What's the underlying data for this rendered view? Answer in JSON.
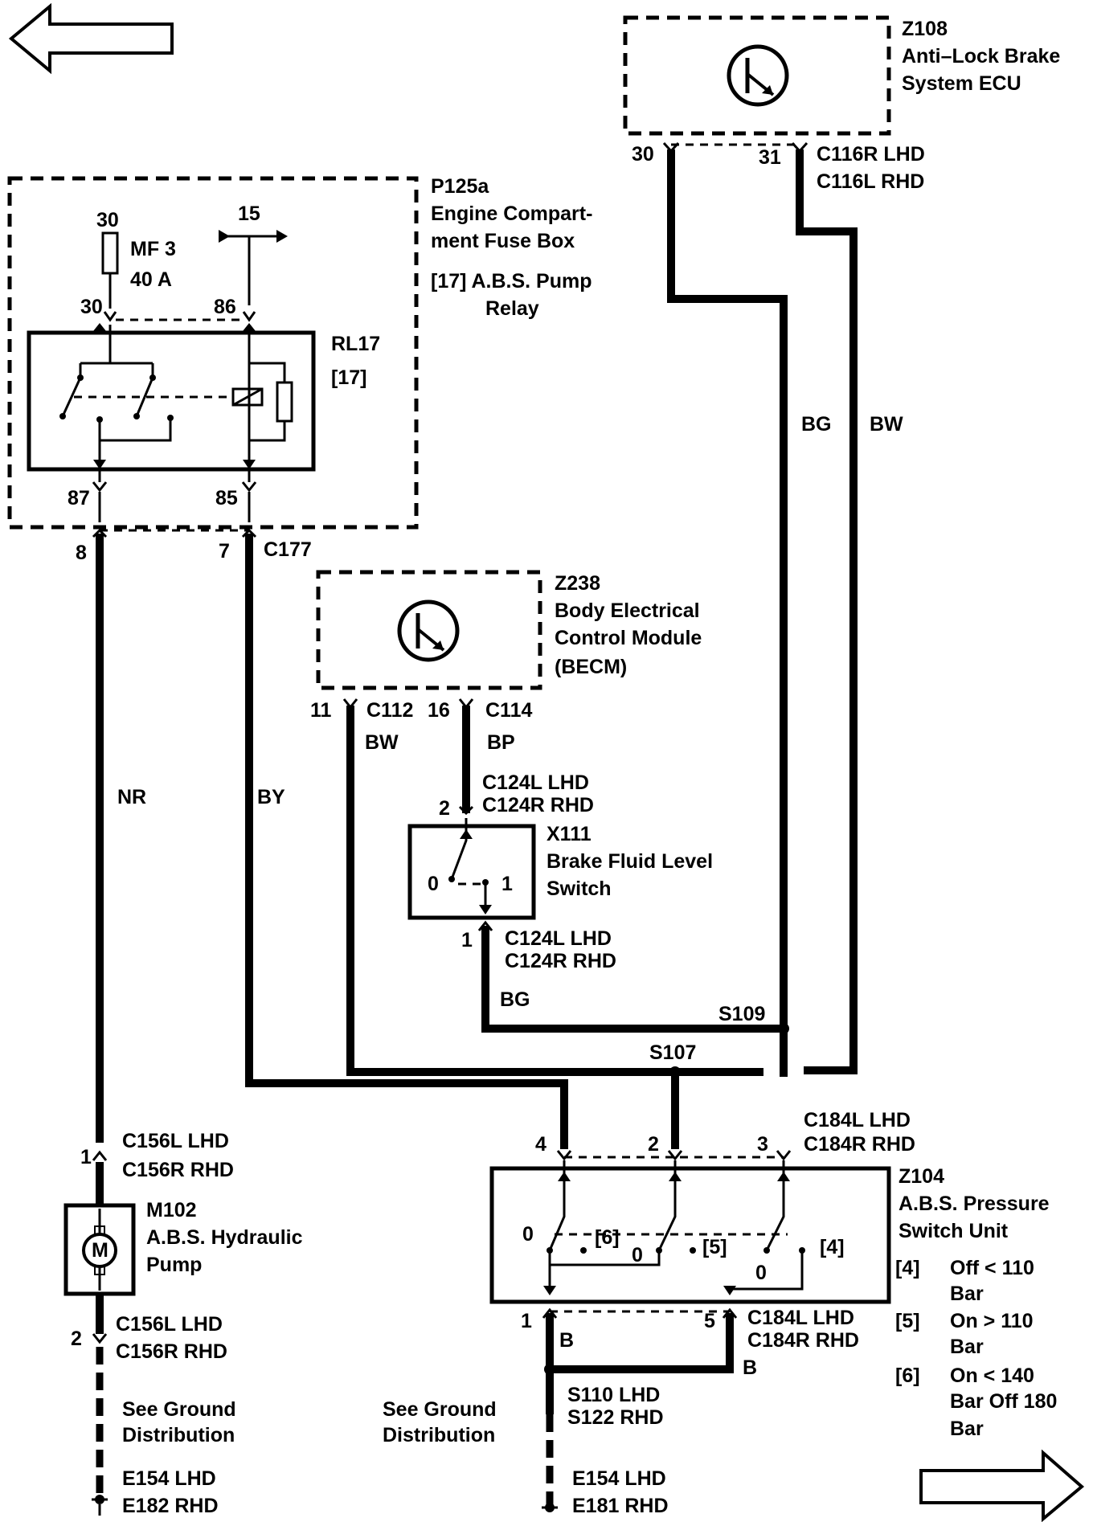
{
  "nav": {
    "prev_arrow": "arrow-left-icon",
    "next_arrow": "arrow-right-icon"
  },
  "ecu": {
    "id": "Z108",
    "name1": "Anti–Lock Brake",
    "name2": "System ECU",
    "pin30": "30",
    "pin31": "31",
    "conn1": "C116R  LHD",
    "conn2": "C116L  RHD"
  },
  "fusebox": {
    "id": "P125a",
    "name1": "Engine Compart-",
    "name2": "ment Fuse Box",
    "relay_ref": "[17]  A.B.S. Pump",
    "relay_ref2": "Relay",
    "fuse_in": "30",
    "fuse_label": "MF 3",
    "fuse_rating": "40 A",
    "feed15": "15",
    "p30": "30",
    "p86": "86",
    "relay_id": "RL17",
    "relay_num": "[17]",
    "p87": "87",
    "p85": "85"
  },
  "c177": {
    "pin8": "8",
    "pin7": "7",
    "label": "C177"
  },
  "becm": {
    "id": "Z238",
    "name1": "Body Electrical",
    "name2": "Control Module",
    "name3": "(BECM)",
    "pin11": "11",
    "conn_c112": "C112",
    "pin16": "16",
    "conn_c114": "C114"
  },
  "wires": {
    "nr": "NR",
    "by": "BY",
    "bw1": "BW",
    "bp": "BP",
    "bg_top": "BG",
    "bw_top": "BW",
    "bg_low": "BG",
    "b1": "B",
    "b2": "B"
  },
  "x111": {
    "id": "X111",
    "name1": "Brake Fluid Level",
    "name2": "Switch",
    "pin2": "2",
    "pin1": "1",
    "conn_top1": "C124L  LHD",
    "conn_top2": "C124R  RHD",
    "conn_bot1": "C124L  LHD",
    "conn_bot2": "C124R  RHD",
    "state0": "0",
    "state1": "1"
  },
  "splices": {
    "s109": "S109",
    "s107": "S107",
    "s110": "S110  LHD",
    "s122": "S122  RHD"
  },
  "z104": {
    "id": "Z104",
    "name1": "A.B.S. Pressure",
    "name2": "Switch Unit",
    "conn_top1": "C184L  LHD",
    "conn_top2": "C184R  RHD",
    "pin4": "4",
    "pin2": "2",
    "pin3": "3",
    "pin1": "1",
    "pin5": "5",
    "conn_bot1": "C184L  LHD",
    "conn_bot2": "C184R RHD",
    "s6": "[6]",
    "s5": "[5]",
    "s4": "[4]",
    "z1": "0",
    "z2": "0",
    "z3": "0",
    "n4a": "[4]",
    "n4b": "Off < 110",
    "n4c": "Bar",
    "n5a": "[5]",
    "n5b": "On > 110",
    "n5c": "Bar",
    "n6a": "[6]",
    "n6b": "On < 140",
    "n6c": "Bar Off 180",
    "n6d": "Bar"
  },
  "pump": {
    "id": "M102",
    "name1": "A.B.S. Hydraulic",
    "name2": "Pump",
    "motor": "M",
    "pin1": "1",
    "pin2": "2",
    "c1a": "C156L LHD",
    "c1b": "C156R RHD",
    "c2a": "C156L  LHD",
    "c2b": "C156R  RHD"
  },
  "ground_left": {
    "see1": "See Ground",
    "see2": "Distribution",
    "e1": "E154   LHD",
    "e2": "E182   RHD"
  },
  "ground_right": {
    "see1": "See Ground",
    "see2": "Distribution",
    "e1": "E154  LHD",
    "e2": "E181  RHD"
  }
}
